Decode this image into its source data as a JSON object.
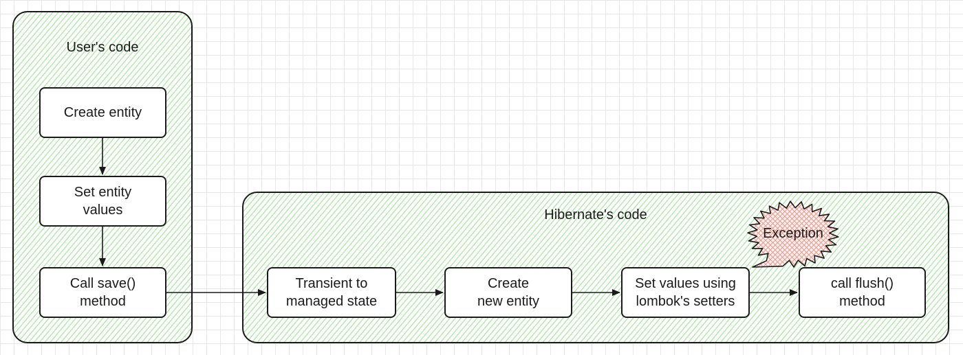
{
  "groups": {
    "user": {
      "title": "User's code"
    },
    "hibernate": {
      "title": "Hibernate's code"
    }
  },
  "nodes": {
    "create_entity": "Create entity",
    "set_entity_values": "Set entity\nvalues",
    "call_save": "Call save()\nmethod",
    "transient_to_managed": "Transient to\nmanaged state",
    "create_new_entity": "Create\nnew entity",
    "set_values_lombok": "Set values using\nlombok's setters",
    "call_flush": "call flush()\nmethod"
  },
  "callout": {
    "label": "Exception"
  },
  "colors": {
    "stroke": "#1a1a1a",
    "group_hatch": "#96e18c",
    "exception_hatch": "#e89a8e",
    "grid": "#e6e6e6"
  }
}
